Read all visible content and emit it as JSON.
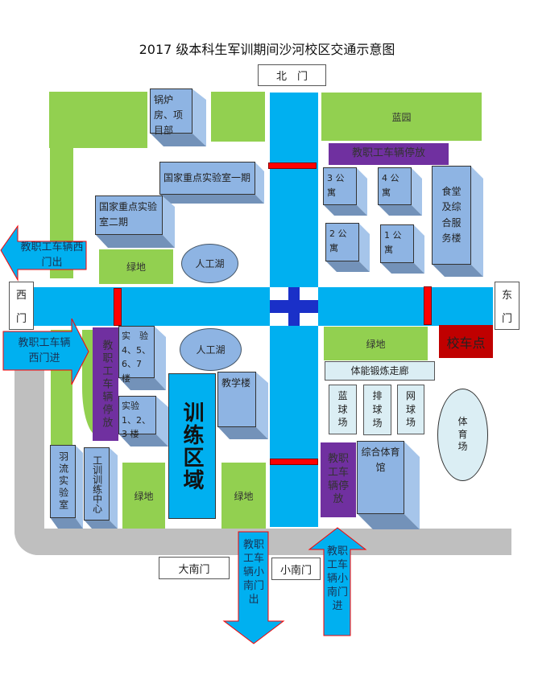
{
  "title": "2017 级本科生军训期间沙河校区交通示意图",
  "gates": {
    "north": "北　门",
    "west_1": "西",
    "west_2": "门",
    "east_1": "东",
    "east_2": "门",
    "big_south": "大南门",
    "small_south": "小南门"
  },
  "buildings": {
    "boiler": "锅炉房、项目部",
    "lab_phase1": "国家重点实验室一期",
    "lab_phase2": "国家重点实验室二期",
    "lab_4567": "实　验 4、5、6、7 楼",
    "lab_123": "实验 1、2、3 楼",
    "teaching": "教学楼",
    "badminton_lab": "羽流实验室",
    "training_center": "工训训练中心",
    "apt3": "3 公寓",
    "apt4": "4 公寓",
    "apt2": "2 公寓",
    "apt1": "1 公寓",
    "canteen": "食堂及综合服务楼",
    "gym": "综合体育馆"
  },
  "areas": {
    "lanyuan": "蓝园",
    "green": "绿地",
    "lake": "人工湖",
    "training_zone": "训练区域",
    "fitness_corridor": "体能锻炼走廊",
    "basketball": "蓝球场",
    "volleyball": "排球场",
    "tennis": "网球场",
    "stadium": "体育场",
    "bus_stop": "校车点"
  },
  "parking": {
    "north": "教职工车辆停放",
    "west": "教职工车辆停放",
    "south": "教职工车辆停放"
  },
  "arrows": {
    "west_out": "教职工车辆西门出",
    "west_in": "教职工车辆西门进",
    "south_out": "教职工车辆小南门出",
    "south_in": "教职工车辆小南门进"
  },
  "colors": {
    "road": "#00b0f0",
    "green": "#92d050",
    "parking": "#7030a0",
    "barrier": "#ff0000",
    "bus_stop": "#c00000",
    "building": "#8eb4e3"
  }
}
